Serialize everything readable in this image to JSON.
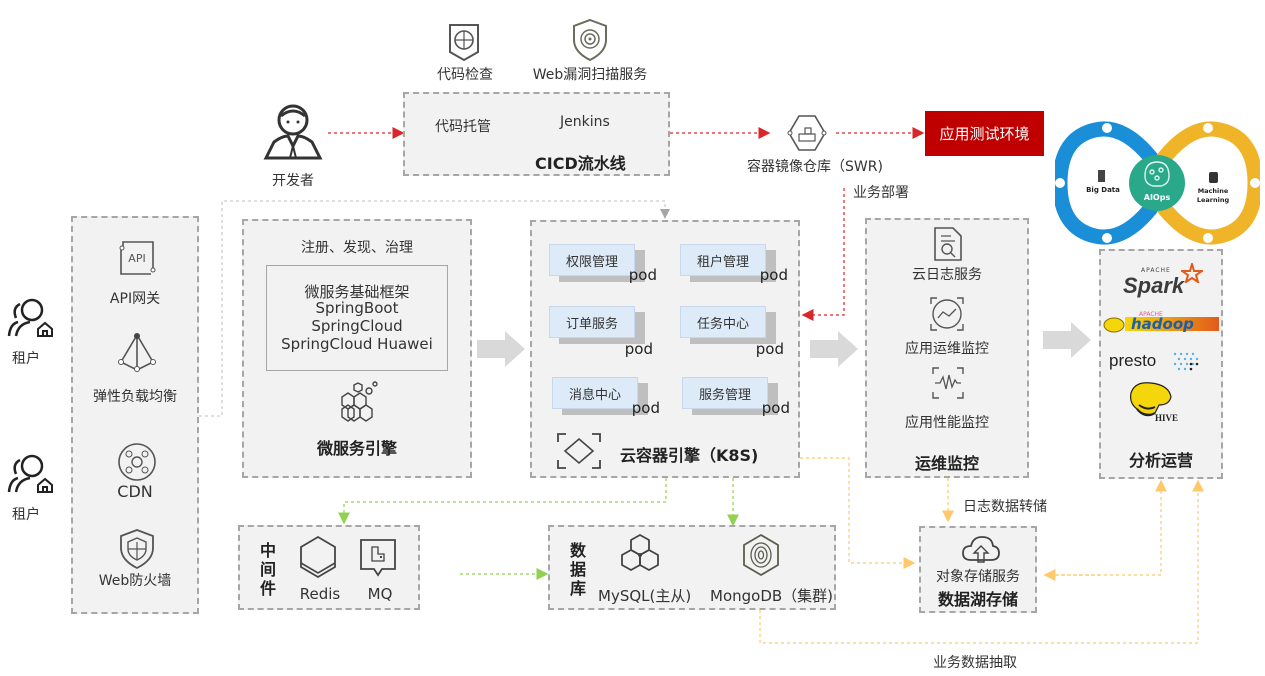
{
  "developer": {
    "label": "开发者",
    "icon": "developer-person-icon"
  },
  "tools": {
    "code_check": {
      "label": "代码检查",
      "icon": "code-check-radar-icon"
    },
    "web_scan": {
      "label": "Web漏洞扫描服务",
      "icon": "shield-scan-icon"
    }
  },
  "cicd": {
    "items": [
      "代码托管",
      "Jenkins"
    ],
    "title": "CICD流水线"
  },
  "swr": {
    "label": "容器镜像仓库（SWR)",
    "icon": "container-registry-icon"
  },
  "test_env": {
    "label": "应用测试环境",
    "color": "#c00000"
  },
  "deploy_label": "业务部署",
  "tenants": [
    {
      "label": "租户",
      "icon": "tenant-users-icon"
    },
    {
      "label": "租户",
      "icon": "tenant-users-icon"
    }
  ],
  "gateway_column": {
    "items": [
      {
        "label": "API网关",
        "icon": "api-gateway-icon"
      },
      {
        "label": "弹性负载均衡",
        "icon": "load-balancer-icon"
      },
      {
        "label": "CDN",
        "icon": "cdn-icon"
      },
      {
        "label": "Web防火墙",
        "icon": "firewall-shield-icon"
      }
    ]
  },
  "microservice_engine": {
    "subtitle": "注册、发现、治理",
    "framework_lines": [
      "微服务基础框架",
      "SpringBoot",
      "SpringCloud",
      "SpringCloud Huawei"
    ],
    "title": "微服务引擎",
    "icon": "hexagon-cluster-icon"
  },
  "k8s": {
    "pods": [
      {
        "name": "权限管理",
        "tag": "pod"
      },
      {
        "name": "租户管理",
        "tag": "pod"
      },
      {
        "name": "订单服务",
        "tag": "pod"
      },
      {
        "name": "任务中心",
        "tag": "pod"
      },
      {
        "name": "消息中心",
        "tag": "pod"
      },
      {
        "name": "服务管理",
        "tag": "pod"
      }
    ],
    "title": "云容器引擎（K8S)",
    "icon": "container-engine-icon"
  },
  "ops_monitor": {
    "items": [
      {
        "label": "云日志服务",
        "icon": "log-document-icon"
      },
      {
        "label": "应用运维监控",
        "icon": "ops-monitor-icon"
      },
      {
        "label": "应用性能监控",
        "icon": "performance-wave-icon"
      }
    ],
    "title": "运维监控"
  },
  "aiops": {
    "left": "Big Data",
    "center": "AIOps",
    "right_line1": "Machine",
    "right_line2": "Learning",
    "colors": {
      "left": "#1a8fd8",
      "center": "#2aa88a",
      "right": "#f0b429"
    }
  },
  "analytics": {
    "logos": [
      "Spark",
      "hadoop",
      "presto",
      "HIVE"
    ],
    "logo_small": {
      "spark": "APACHE",
      "hadoop": "APACHE"
    },
    "title": "分析运营"
  },
  "middleware": {
    "title_chars": [
      "中",
      "间",
      "件"
    ],
    "items": [
      {
        "label": "Redis",
        "icon": "redis-hexagon-icon"
      },
      {
        "label": "MQ",
        "icon": "message-queue-icon"
      }
    ]
  },
  "database": {
    "title_chars": [
      "数",
      "据",
      "库"
    ],
    "items": [
      {
        "label": "MySQL(主从)",
        "icon": "mysql-cluster-icon"
      },
      {
        "label": "MongoDB（集群)",
        "icon": "mongodb-icon"
      }
    ]
  },
  "data_lake": {
    "service": "对象存储服务",
    "title": "数据湖存储",
    "icon": "cloud-upload-icon"
  },
  "flow_labels": {
    "log_transfer": "日志数据转储",
    "business_extract": "业务数据抽取"
  },
  "colors": {
    "red_flow": "#d9262b",
    "green_flow": "#92d050",
    "orange_flow": "#ffc86b",
    "gray_flow": "#bfbfbf",
    "box_fill": "#f2f2f2"
  }
}
